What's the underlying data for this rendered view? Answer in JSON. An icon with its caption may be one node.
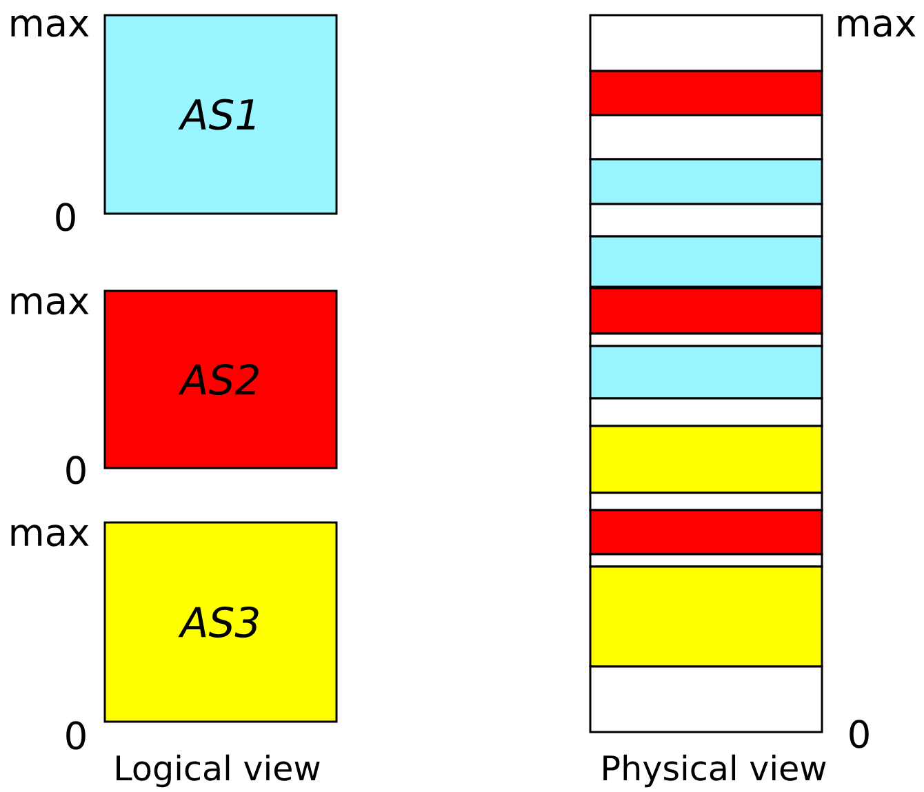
{
  "diagram": {
    "nodes": [
      {
        "text": [
          "AS1"
        ]
      },
      {
        "text": [
          "AS2"
        ]
      },
      {
        "text": [
          "AS3"
        ]
      },
      {
        "text": [],
        "shape": "bar"
      },
      {
        "text": [],
        "shape": "bar"
      },
      {
        "text": [],
        "shape": "bar"
      },
      {
        "text": [],
        "shape": "bar"
      },
      {
        "text": [],
        "shape": "bar"
      },
      {
        "text": [],
        "shape": "bar"
      },
      {
        "text": [],
        "shape": "bar"
      },
      {
        "text": [],
        "shape": "bar"
      },
      {
        "text": [],
        "shape": "bar"
      },
      {
        "text": [],
        "shape": "bar"
      },
      {
        "text": [],
        "shape": "bar"
      },
      {
        "text": [],
        "shape": "bar"
      },
      {
        "text": [],
        "shape": "bar"
      },
      {
        "text": [],
        "shape": "bar"
      },
      {
        "text": [],
        "shape": "bar"
      },
      {
        "text": [],
        "shape": "bar"
      }
    ],
    "labels": [
      "max",
      "max",
      "0",
      "max",
      "0",
      "max",
      "0",
      "0",
      "Logical view",
      "Physical view"
    ]
  }
}
